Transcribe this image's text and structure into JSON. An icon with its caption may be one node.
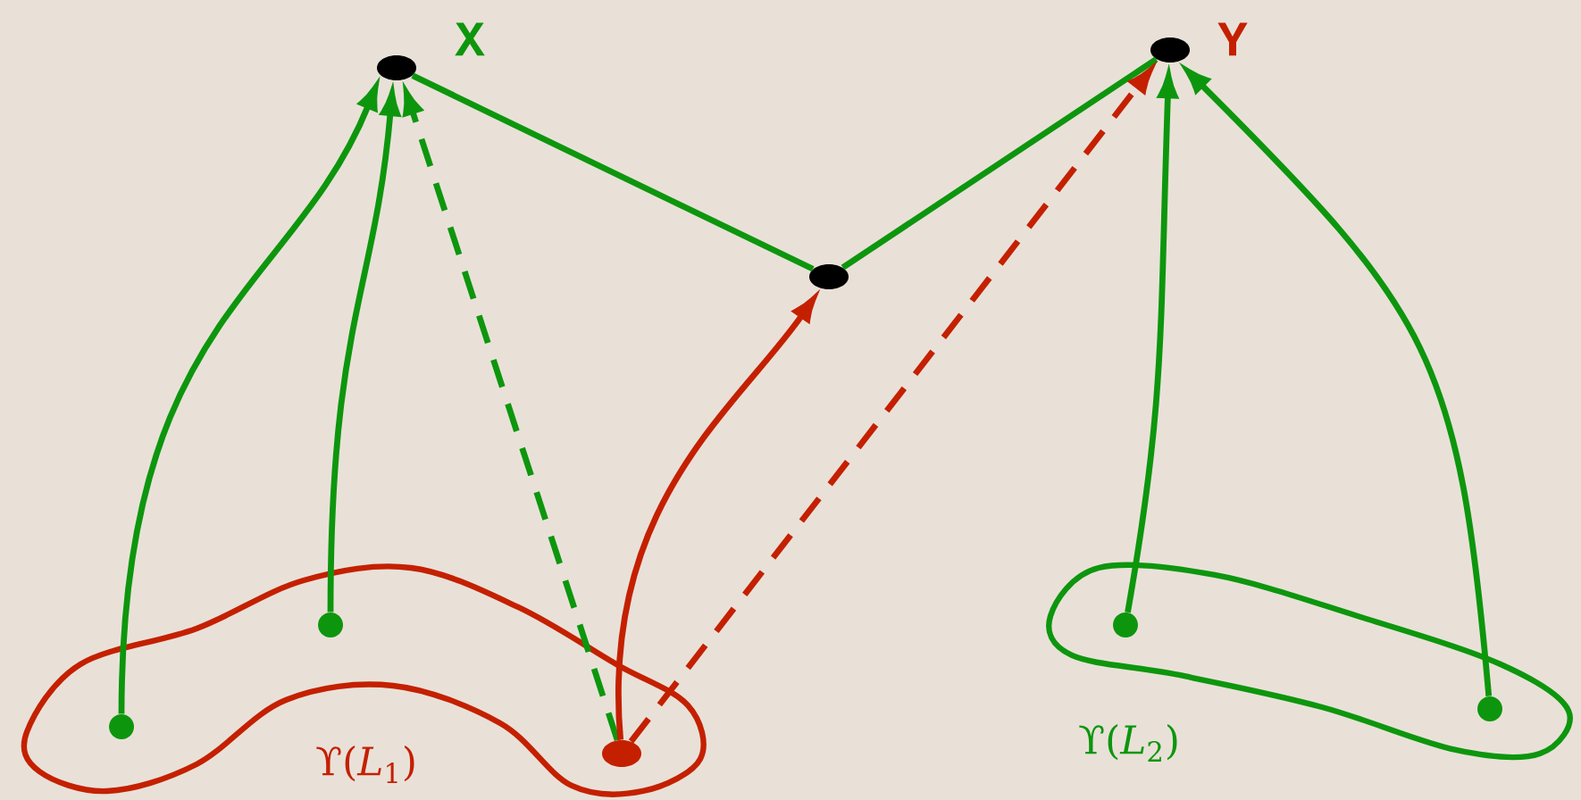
{
  "diagram": {
    "nodes": [
      {
        "text": [],
        "shape": "circle",
        "beside": [
          "X"
        ]
      },
      {
        "text": [],
        "shape": "circle",
        "beside": [
          "Y"
        ]
      },
      {
        "text": [],
        "shape": "circle"
      },
      {
        "text": [
          "ϒ(*L*$_{1}$)"
        ]
      },
      {
        "text": [],
        "shape": "circle",
        "in": 3
      },
      {
        "text": [],
        "shape": "circle",
        "in": 3
      },
      {
        "text": [],
        "shape": "circle",
        "in": 3
      },
      {
        "text": [
          "ϒ(*L*$_{2}$)"
        ]
      },
      {
        "text": [],
        "shape": "circle",
        "in": 7
      },
      {
        "text": [],
        "shape": "circle",
        "in": 7
      }
    ],
    "edges": [
      {
        "from": 4,
        "to": 0,
        "arrow": "to"
      },
      {
        "from": 5,
        "to": 0,
        "arrow": "to"
      },
      {
        "from": 6,
        "to": 0,
        "arrow": "to",
        "style": "dashed"
      },
      {
        "from": 0,
        "to": 2,
        "arrow": "none"
      },
      {
        "from": 2,
        "to": 1,
        "arrow": "none"
      },
      {
        "from": 6,
        "to": 2,
        "arrow": "to",
        "color": "#c42000"
      },
      {
        "from": 6,
        "to": 1,
        "arrow": "to",
        "style": "dashed",
        "color": "#c42000"
      },
      {
        "from": 8,
        "to": 1,
        "arrow": "to"
      },
      {
        "from": 9,
        "to": 1,
        "arrow": "to"
      }
    ]
  }
}
